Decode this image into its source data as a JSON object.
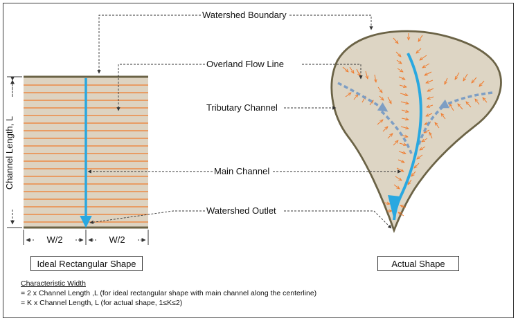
{
  "labels": {
    "watershed_boundary": "Watershed Boundary",
    "overland_flow_line": "Overland Flow Line",
    "tributary_channel": "Tributary Channel",
    "main_channel": "Main Channel",
    "watershed_outlet": "Watershed Outlet",
    "channel_length": "Channel Length, L",
    "half_width_left": "W/2",
    "half_width_right": "W/2"
  },
  "boxes": {
    "ideal": "Ideal Rectangular Shape",
    "actual": "Actual Shape"
  },
  "characteristic_width": {
    "title": "Characteristic Width",
    "line1": "= 2 x Channel Length ,L (for ideal rectangular shape with main channel along the centerline)",
    "line2": "= K x Channel Length, L (for actual shape, 1≤K≤2)"
  },
  "colors": {
    "rect_fill": "#ddd3c1",
    "watershed_fill": "#ddd5c4",
    "border": "#6b6346",
    "overland": "#f07b2d",
    "main_channel": "#29a8e0",
    "tributary": "#7d9ec4",
    "leader": "#333333"
  }
}
